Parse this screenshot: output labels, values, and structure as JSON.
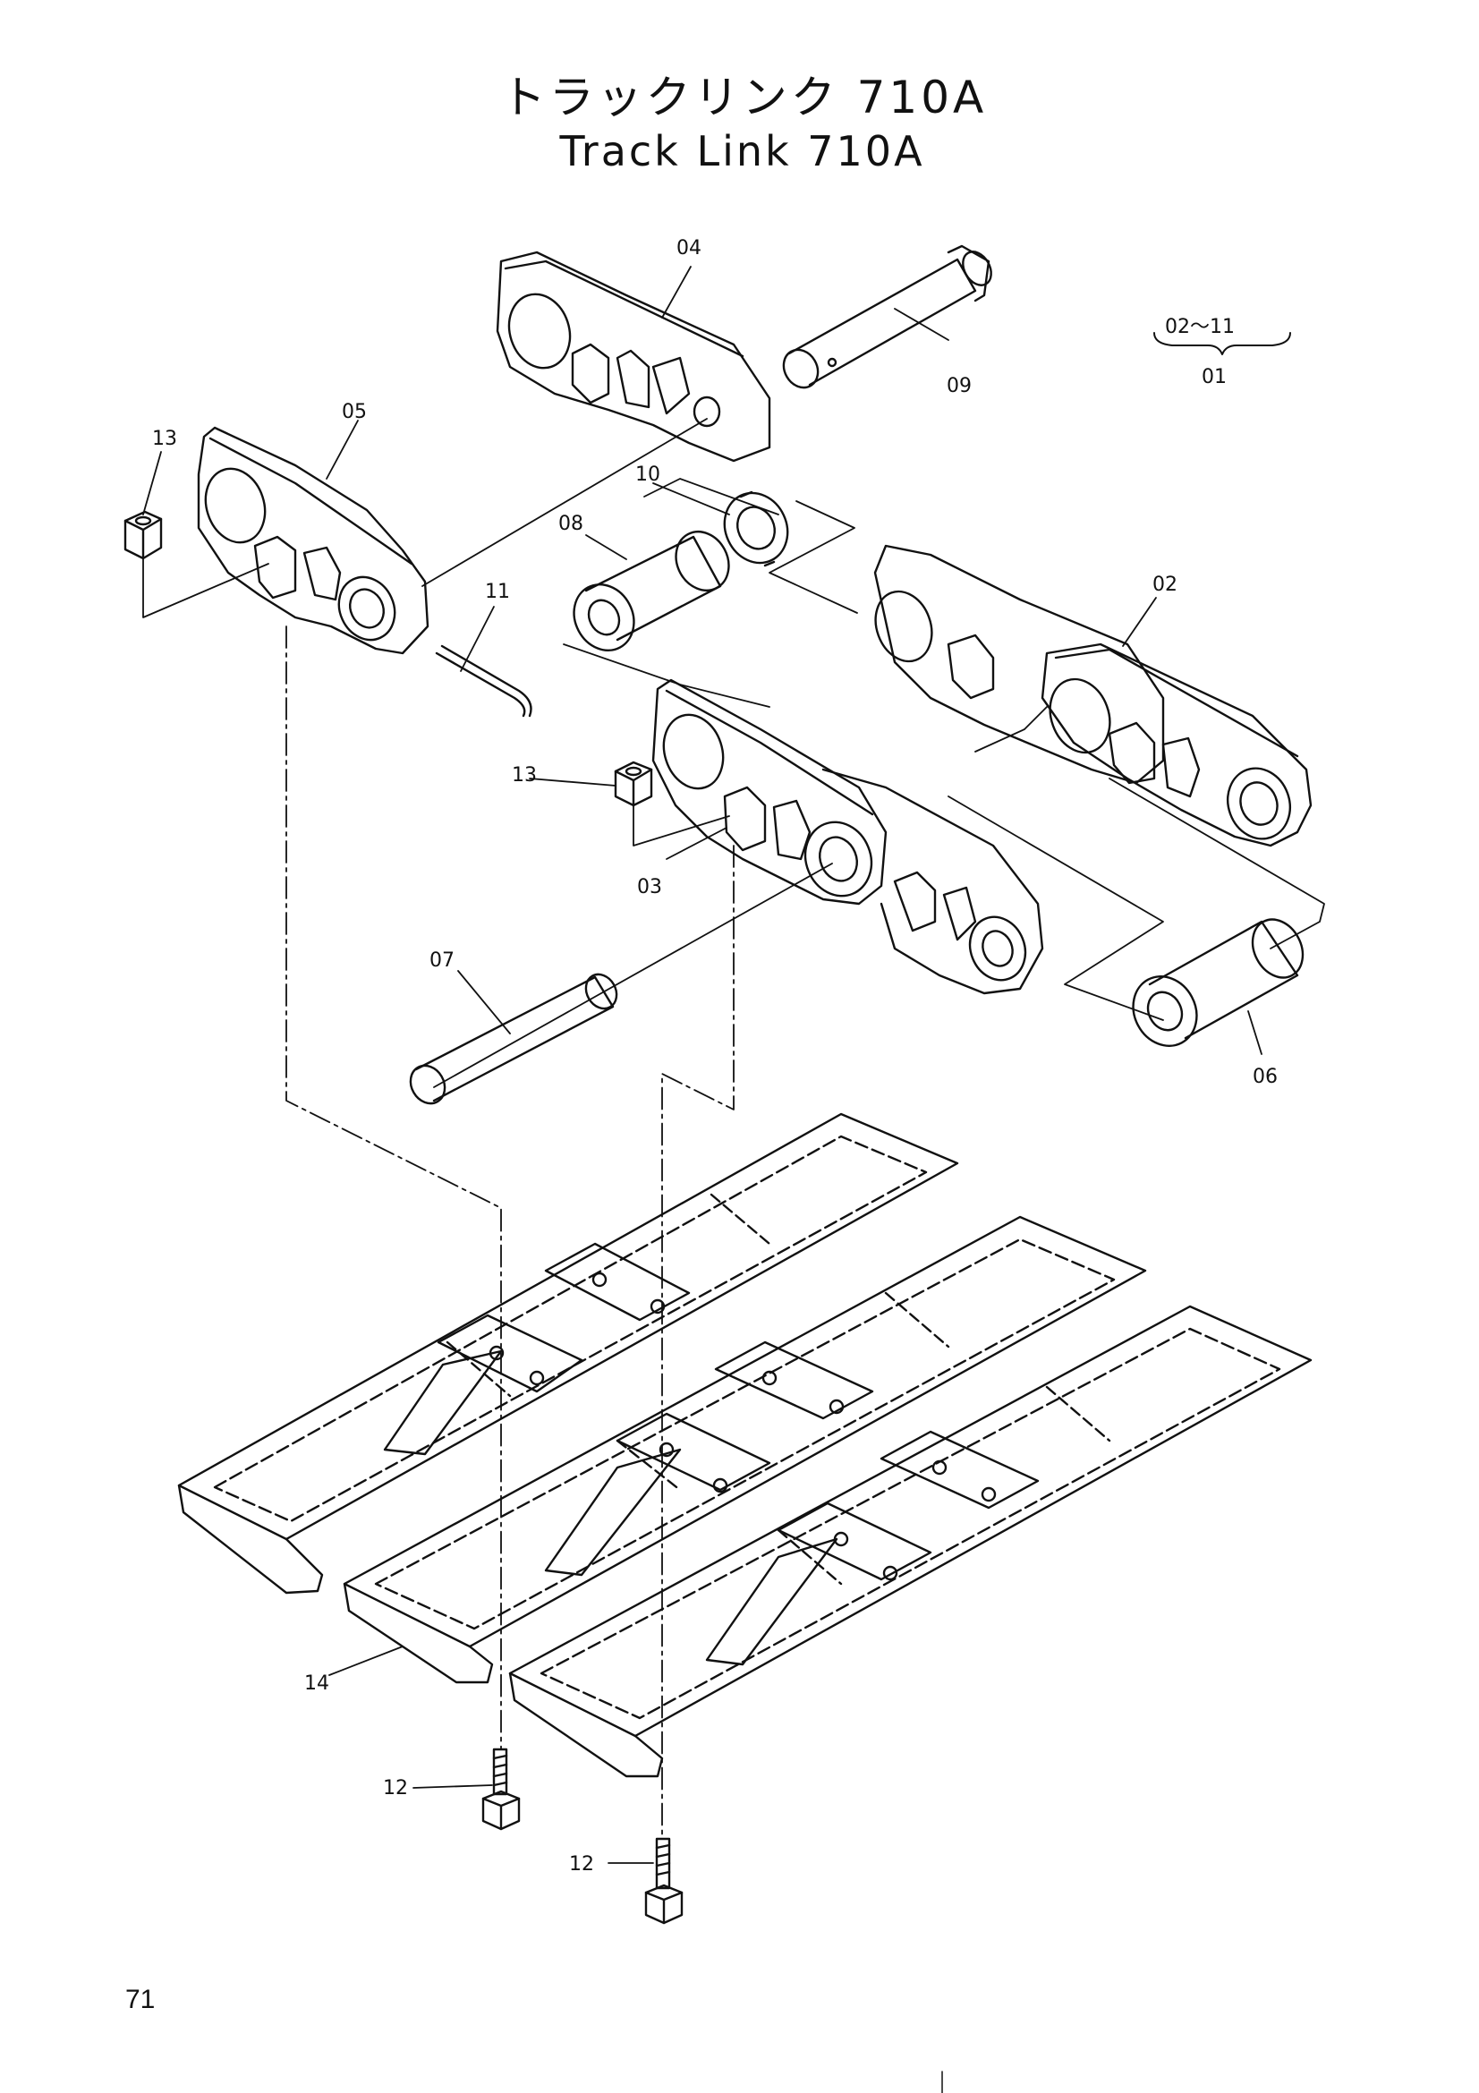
{
  "title_ja": "トラックリンク 710A",
  "title_en": "Track Link 710A",
  "assembly_note": {
    "numerator": "02～11",
    "denominator": "01"
  },
  "callouts": {
    "p02": "02",
    "p03": "03",
    "p04": "04",
    "p05": "05",
    "p06": "06",
    "p07": "07",
    "p08": "08",
    "p09": "09",
    "p10": "10",
    "p11": "11",
    "p12a": "12",
    "p12b": "12",
    "p13a": "13",
    "p13b": "13",
    "p14": "14"
  },
  "page_number": "71"
}
